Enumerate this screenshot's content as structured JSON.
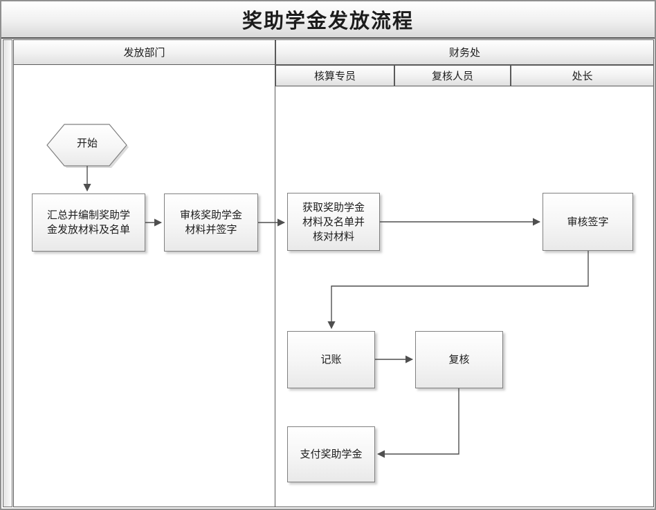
{
  "title": "奖助学金发放流程",
  "lanes": {
    "issuing_dept": "发放部门",
    "finance_office": "财务处",
    "sublanes": [
      {
        "label": "核算专员"
      },
      {
        "label": "复核人员"
      },
      {
        "label": "处长"
      }
    ]
  },
  "nodes": {
    "start": "开始",
    "compile": "汇总并编制奖助学\n金发放材料及名单",
    "review_sign": "审核奖助学金\n材料并签字",
    "obtain_verify": "获取奖助学金\n材料及名单并\n核对材料",
    "audit_sign": "审核签字",
    "bookkeeping": "记账",
    "recheck": "复核",
    "pay": "支付奖助学金"
  },
  "colors": {
    "frame_border": "#8f8f8f",
    "line_border": "#5a5a5a",
    "shape_border": "#7f7f7f",
    "arrow": "#4f4f4f",
    "shape_fill_bottom": "#e9e9e9",
    "band_fill_bottom": "#e0e0e0"
  }
}
